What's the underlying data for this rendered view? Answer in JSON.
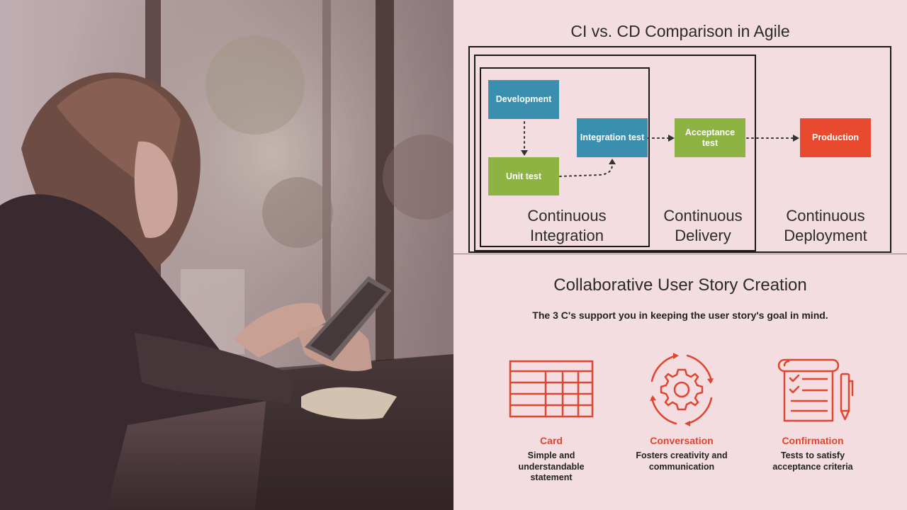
{
  "top": {
    "title": "CI vs. CD Comparison in Agile",
    "boxes": {
      "development": "Development",
      "unit_test": "Unit test",
      "integration_test": "Integration test",
      "acceptance_test": "Acceptance\ntest",
      "production": "Production"
    },
    "phases": {
      "ci": "Continuous\nIntegration",
      "cdelivery": "Continuous\nDelivery",
      "cdeployment": "Continuous\nDeployment"
    },
    "colors": {
      "blue": "#3b8fae",
      "green": "#8db342",
      "red": "#e84a2f"
    }
  },
  "bottom": {
    "title": "Collaborative User Story Creation",
    "subtitle": "The 3 C's support you in keeping the user story's goal in mind.",
    "items": [
      {
        "icon": "card-table-icon",
        "title": "Card",
        "desc": "Simple and\nunderstandable\nstatement"
      },
      {
        "icon": "gear-cycle-icon",
        "title": "Conversation",
        "desc": "Fosters creativity and\ncommunication"
      },
      {
        "icon": "checklist-pen-icon",
        "title": "Confirmation",
        "desc": "Tests to satisfy\nacceptance criteria"
      }
    ],
    "accent": "#e0452f"
  }
}
